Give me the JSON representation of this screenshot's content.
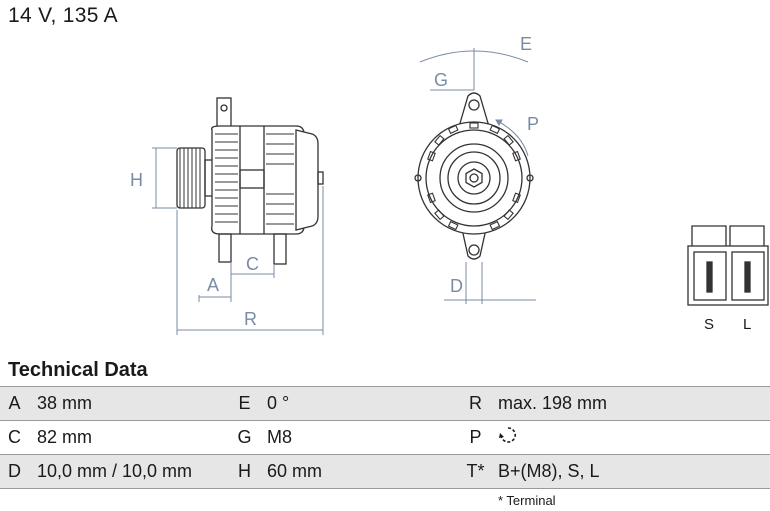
{
  "title": "14 V, 135 A",
  "drawing": {
    "dim_labels": {
      "A": "A",
      "C": "C",
      "R": "R",
      "H": "H",
      "E": "E",
      "G": "G",
      "P": "P",
      "D": "D"
    },
    "plug_labels": {
      "S": "S",
      "L": "L"
    }
  },
  "technical_data": {
    "heading": "Technical Data",
    "rows": [
      [
        {
          "key": "A",
          "value": "38 mm"
        },
        {
          "key": "E",
          "value": "0 °"
        },
        {
          "key": "R",
          "value": "max. 198 mm"
        }
      ],
      [
        {
          "key": "C",
          "value": "82 mm"
        },
        {
          "key": "G",
          "value": "M8"
        },
        {
          "key": "P",
          "value": "",
          "icon": "clockwise-rotation-icon"
        }
      ],
      [
        {
          "key": "D",
          "value": "10,0 mm / 10,0 mm"
        },
        {
          "key": "H",
          "value": "60 mm"
        },
        {
          "key": "T*",
          "value": "B+(M8), S, L"
        }
      ]
    ],
    "footnote": "* Terminal"
  },
  "colors": {
    "line": "#333333",
    "dimension": "#7a8ba6",
    "row_shade": "#e6e6e6"
  }
}
